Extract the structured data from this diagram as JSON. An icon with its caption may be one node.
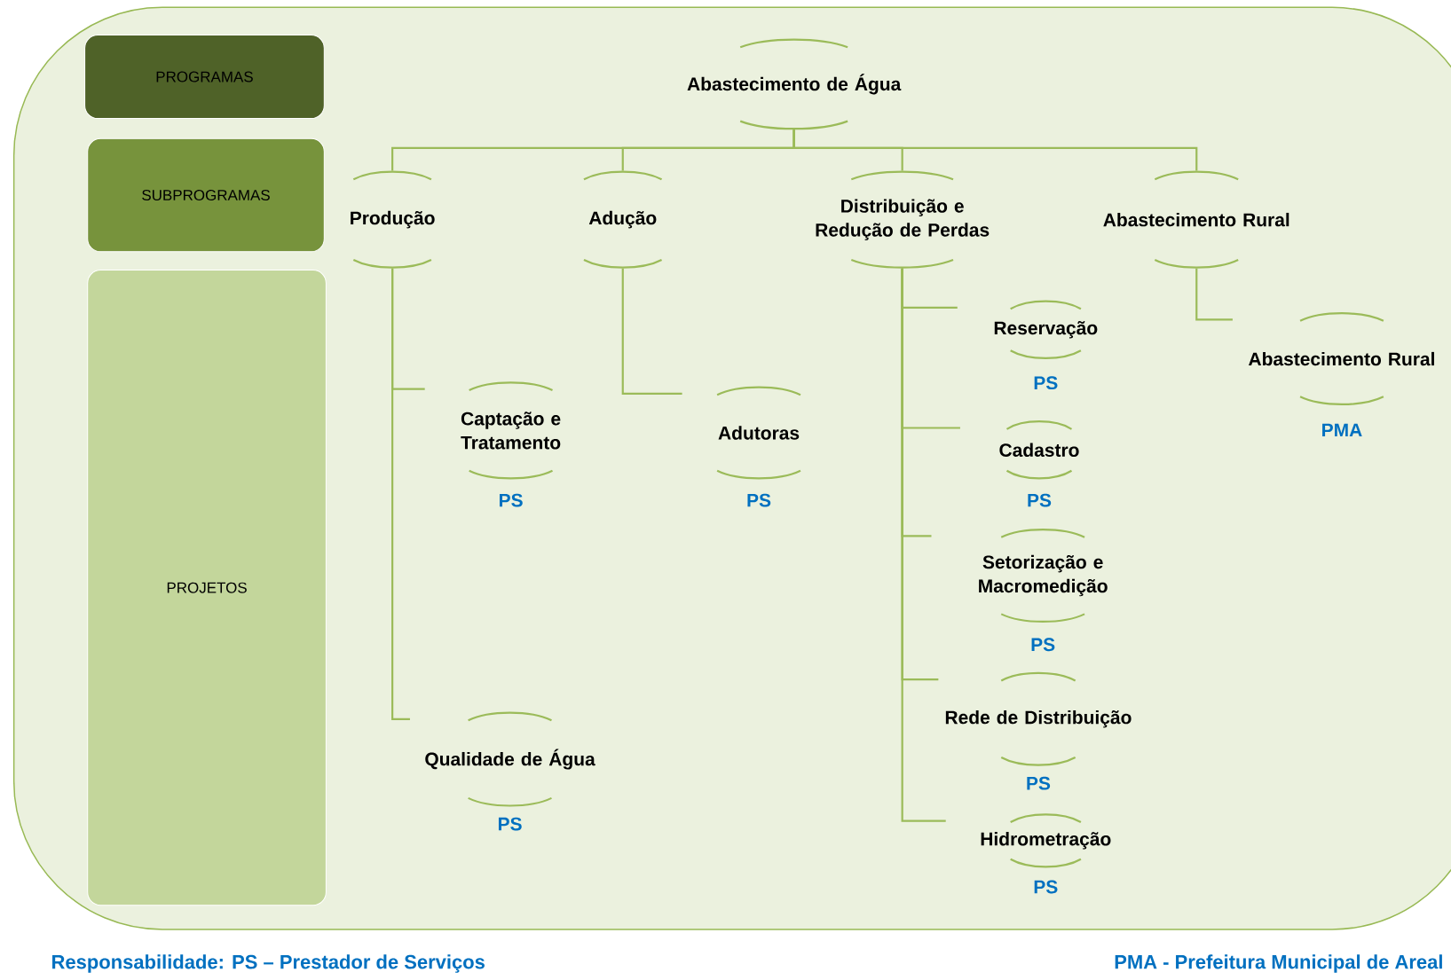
{
  "diagram": {
    "nodes": [
      {
        "text": [
          "PROGRAMAS"
        ]
      },
      {
        "text": [
          "SUBPROGRAMAS"
        ]
      },
      {
        "text": [
          "PROJETOS"
        ]
      },
      {
        "text": [
          "Abastecimento de Água"
        ]
      },
      {
        "text": [
          "Produção"
        ]
      },
      {
        "text": [
          "Adução"
        ]
      },
      {
        "text": [
          "Distribuição e Redução de Perdas"
        ]
      },
      {
        "text": [
          "Abastecimento Rural"
        ]
      },
      {
        "text": [
          "Captação e Tratamento"
        ],
        "beside": [
          "PS"
        ]
      },
      {
        "text": [
          "Qualidade de Água"
        ],
        "beside": [
          "PS"
        ]
      },
      {
        "text": [
          "Adutoras"
        ],
        "beside": [
          "PS"
        ]
      },
      {
        "text": [
          "Reservação"
        ],
        "beside": [
          "PS"
        ]
      },
      {
        "text": [
          "Cadastro"
        ],
        "beside": [
          "PS"
        ]
      },
      {
        "text": [
          "Setorização e Macromedição"
        ],
        "beside": [
          "PS"
        ]
      },
      {
        "text": [
          "Rede de Distribuição"
        ],
        "beside": [
          "PS"
        ]
      },
      {
        "text": [
          "Hidrometração"
        ],
        "beside": [
          "PS"
        ]
      },
      {
        "text": [
          "Abastecimento Rural"
        ],
        "beside": [
          "PMA"
        ]
      }
    ],
    "edges": [
      {
        "from": 3,
        "to": 4,
        "arrow": "none"
      },
      {
        "from": 3,
        "to": 5,
        "arrow": "none"
      },
      {
        "from": 3,
        "to": 6,
        "arrow": "none"
      },
      {
        "from": 3,
        "to": 7,
        "arrow": "none"
      },
      {
        "from": 4,
        "to": 8,
        "arrow": "none"
      },
      {
        "from": 4,
        "to": 9,
        "arrow": "none"
      },
      {
        "from": 5,
        "to": 10,
        "arrow": "none"
      },
      {
        "from": 6,
        "to": 11,
        "arrow": "none"
      },
      {
        "from": 6,
        "to": 12,
        "arrow": "none"
      },
      {
        "from": 6,
        "to": 13,
        "arrow": "none"
      },
      {
        "from": 6,
        "to": 14,
        "arrow": "none"
      },
      {
        "from": 6,
        "to": 15,
        "arrow": "none"
      },
      {
        "from": 7,
        "to": 16,
        "arrow": "none"
      }
    ],
    "labels": [
      "Responsabilidade: PS – Prestador de Serviços",
      "PMA - Prefeitura Municipal de Areal"
    ]
  }
}
